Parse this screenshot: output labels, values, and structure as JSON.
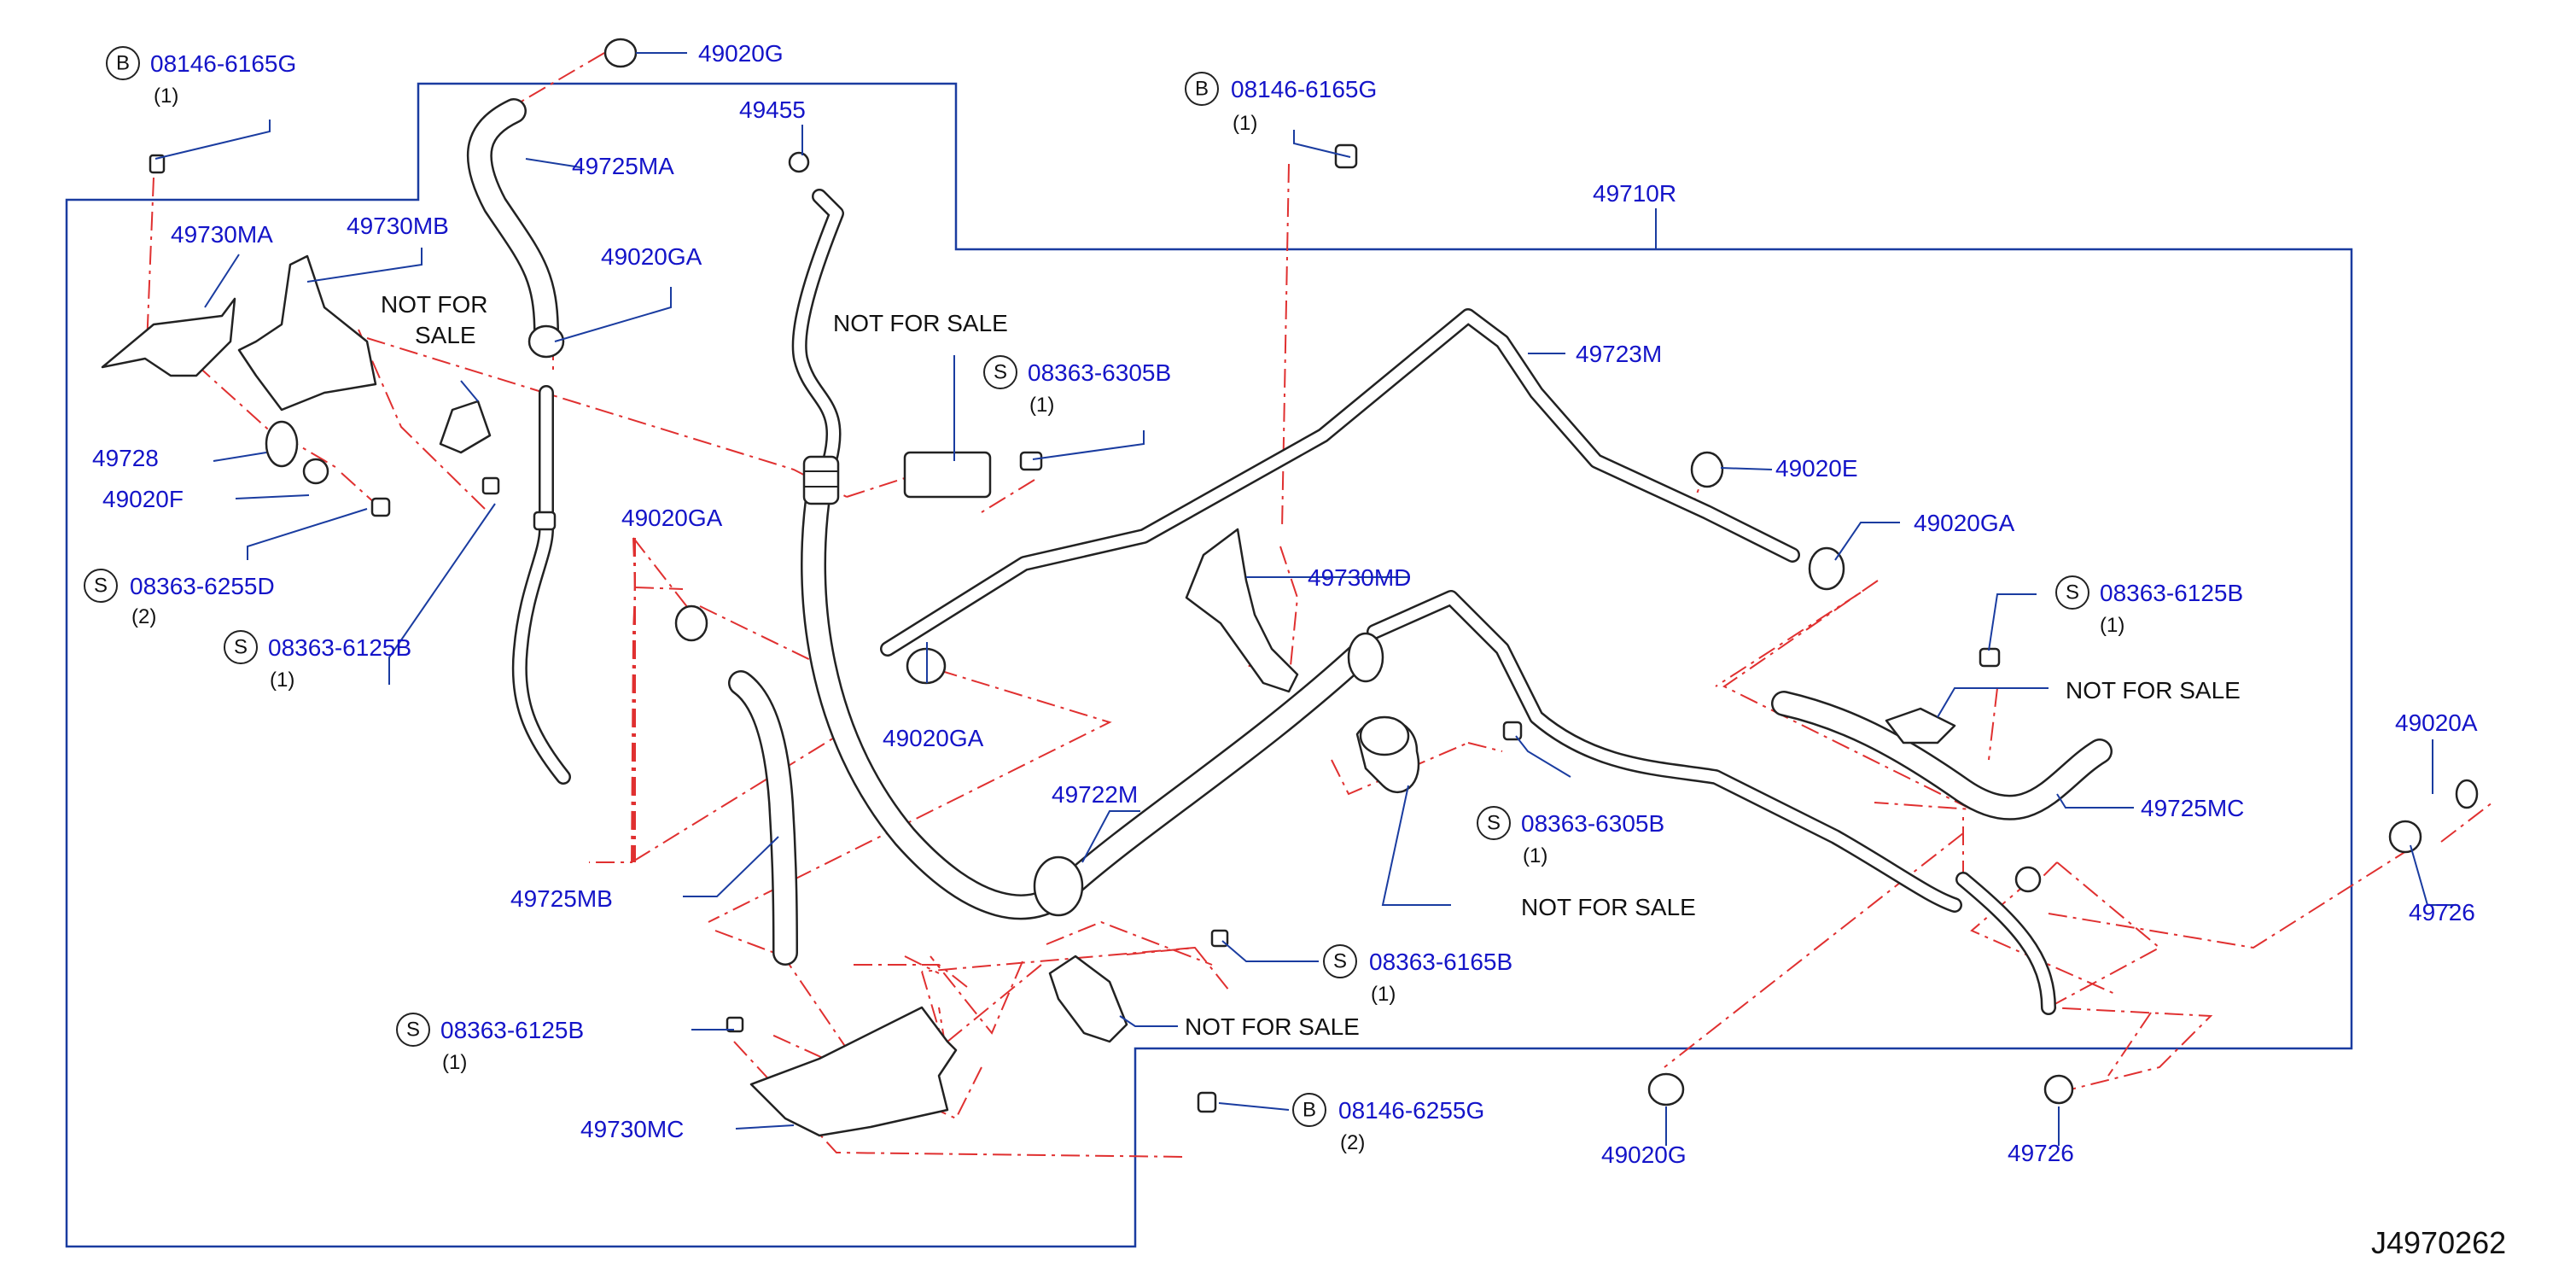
{
  "labels": {
    "b_08146_6165g_left": "08146-6165G",
    "qty_b_left": "(1)",
    "p49020g_top": "49020G",
    "p49725ma": "49725MA",
    "p49455": "49455",
    "b_08146_6165g_mid": "08146-6165G",
    "qty_b_mid": "(1)",
    "p49710r": "49710R",
    "p49730ma": "49730MA",
    "p49730mb": "49730MB",
    "nfs_1_line1": "NOT  FOR",
    "nfs_1_line2": "SALE",
    "p49020ga_1": "49020GA",
    "nfs_2": "NOT  FOR  SALE",
    "s_08363_6305b_1": "08363-6305B",
    "qty_s6305b_1": "(1)",
    "p49723m": "49723M",
    "p49728": "49728",
    "p49020f": "49020F",
    "p49020e": "49020E",
    "p49020ga_right": "49020GA",
    "s_08363_6255d": "08363-6255D",
    "qty_s6255d": "(2)",
    "p49020ga_mid": "49020GA",
    "p49730md": "49730MD",
    "s_08363_6125b_right": "08363-6125B",
    "qty_s6125b_right": "(1)",
    "s_08363_6125b_left": "08363-6125B",
    "qty_s6125b_left": "(1)",
    "nfs_3": "NOT  FOR  SALE",
    "p49020ga_bot": "49020GA",
    "p49020a": "49020A",
    "p49722m": "49722M",
    "s_08363_6305b_2": "08363-6305B",
    "qty_s6305b_2": "(1)",
    "p49725mc": "49725MC",
    "p49725mb": "49725MB",
    "nfs_4": "NOT  FOR  SALE",
    "p49726_right": "49726",
    "s_08363_6165b": "08363-6165B",
    "qty_s6165b": "(1)",
    "nfs_5": "NOT  FOR  SALE",
    "s_08363_6125b_bot": "08363-6125B",
    "qty_s6125b_bot": "(1)",
    "b_08146_6255g": "08146-6255G",
    "qty_b6255g": "(2)",
    "p49730mc": "49730MC",
    "p49020g_bot": "49020G",
    "p49726_bot": "49726",
    "diagram_code": "J4970262"
  },
  "callout_letters": {
    "bolt": "B",
    "screw": "S"
  },
  "colors": {
    "part_number": "#1414c8",
    "leader_line": "#1a3ca0",
    "assembly_dash": "#e03030",
    "outline": "#222222"
  }
}
